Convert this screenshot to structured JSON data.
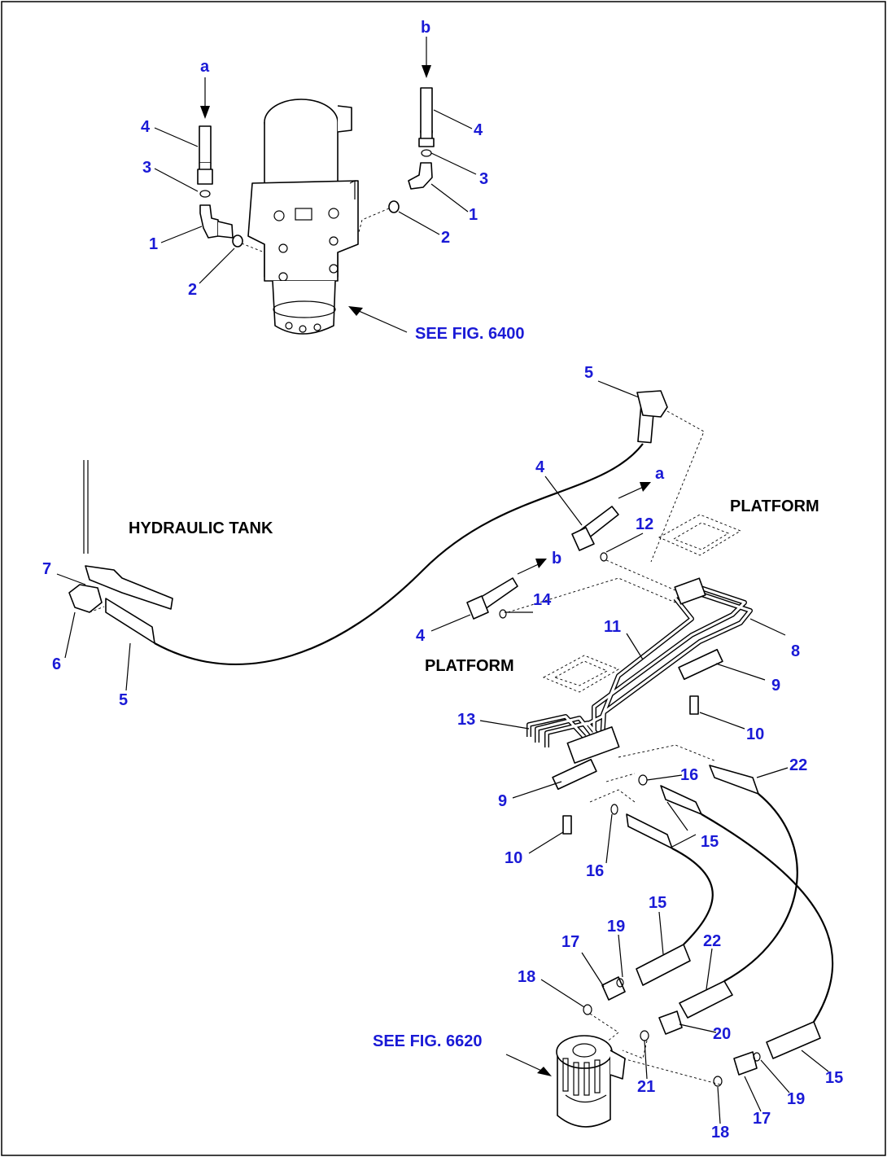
{
  "notes": {
    "hydraulic_tank": "HYDRAULIC TANK",
    "platform_1": "PLATFORM",
    "platform_2": "PLATFORM",
    "see_fig_6400": "SEE FIG. 6400",
    "see_fig_6620": "SEE FIG. 6620"
  },
  "connections": {
    "a_top": "a",
    "b_top": "b",
    "a_mid": "a",
    "b_mid": "b"
  },
  "callouts": {
    "top_left_4": "4",
    "top_left_3": "3",
    "top_left_1": "1",
    "top_left_2": "2",
    "top_right_4": "4",
    "top_right_3": "3",
    "top_right_1": "1",
    "top_right_2": "2",
    "mid_5_top": "5",
    "mid_4_a": "4",
    "mid_12": "12",
    "mid_4_b": "4",
    "mid_14": "14",
    "mid_11": "11",
    "mid_8": "8",
    "mid_9_right": "9",
    "mid_10_right": "10",
    "tank_7": "7",
    "tank_6": "6",
    "tank_5": "5",
    "mid_13": "13",
    "mid_9_left": "9",
    "mid_10_left": "10",
    "mid_16_a": "16",
    "mid_16_b": "16",
    "mid_15_a": "15",
    "mid_22_a": "22",
    "low_15_a": "15",
    "low_19_a": "19",
    "low_17_a": "17",
    "low_22_b": "22",
    "low_18_a": "18",
    "low_20": "20",
    "low_21": "21",
    "low_15_b": "15",
    "low_19_b": "19",
    "low_17_b": "17",
    "low_18_b": "18"
  },
  "colors": {
    "callout": "#1a1ad6",
    "line": "#000000"
  }
}
